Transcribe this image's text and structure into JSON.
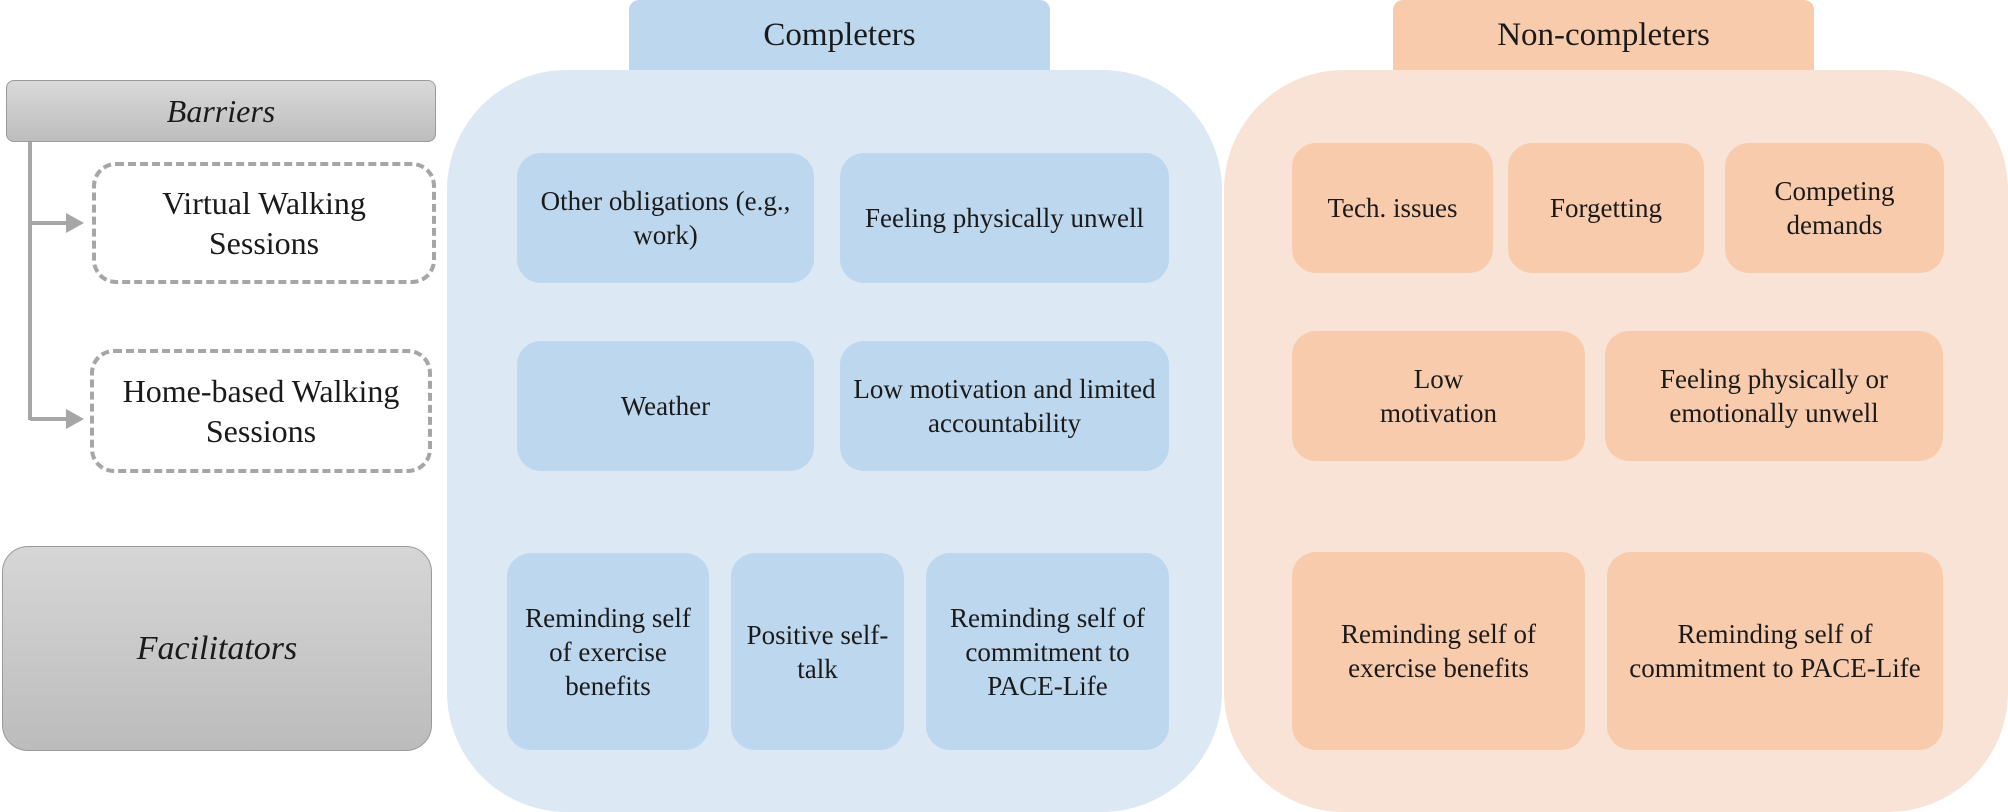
{
  "legend": {
    "barriers": "Barriers",
    "virtual": "Virtual Walking Sessions",
    "home": "Home-based Walking Sessions",
    "facilitators": "Facilitators"
  },
  "completers": {
    "title": "Completers",
    "virtual_barriers": [
      "Other obligations (e.g., work)",
      "Feeling physically unwell"
    ],
    "home_barriers": [
      "Weather",
      "Low motivation and limited accountability"
    ],
    "facilitators": [
      "Reminding self of exercise benefits",
      "Positive self-talk",
      "Reminding self of commitment to PACE-Life"
    ]
  },
  "non_completers": {
    "title": "Non-completers",
    "virtual_barriers": [
      "Tech. issues",
      "Forgetting",
      "Competing demands"
    ],
    "home_barriers": [
      "Low motivation",
      "Feeling physically or emotionally unwell"
    ],
    "facilitators": [
      "Reminding self of exercise benefits",
      "Reminding self of commitment to PACE-Life"
    ]
  },
  "colors": {
    "completers_panel": "#dde8f5",
    "completers_card": "#bdd7ee",
    "non_completers_panel": "#f9e3d7",
    "non_completers_card": "#f8cbad",
    "legend_gray": "#bfbfbf"
  }
}
